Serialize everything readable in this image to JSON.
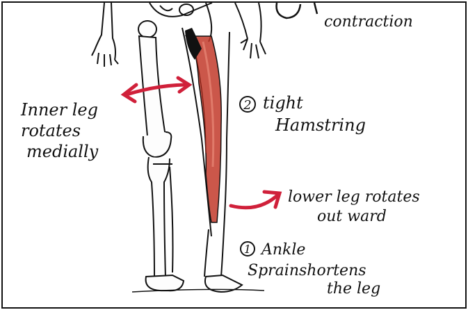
{
  "colors": {
    "ink": "#111111",
    "muscle": "#c23a2a",
    "muscle_light": "#e07a6a",
    "arrow_red": "#d0203a",
    "paper": "#ffffff"
  },
  "labels": {
    "contraction": "contraction",
    "inner_leg_line1": "Inner leg",
    "inner_leg_line2": "rotates",
    "inner_leg_line3": "medially",
    "hamstring_number": "2",
    "hamstring_line1": "tight",
    "hamstring_line2": "Hamstring",
    "lower_leg_line1": "lower leg rotates",
    "lower_leg_line2": "out ward",
    "ankle_number": "1",
    "ankle_line1": "Ankle",
    "ankle_line2": "Sprainshortens",
    "ankle_line3": "the leg"
  }
}
